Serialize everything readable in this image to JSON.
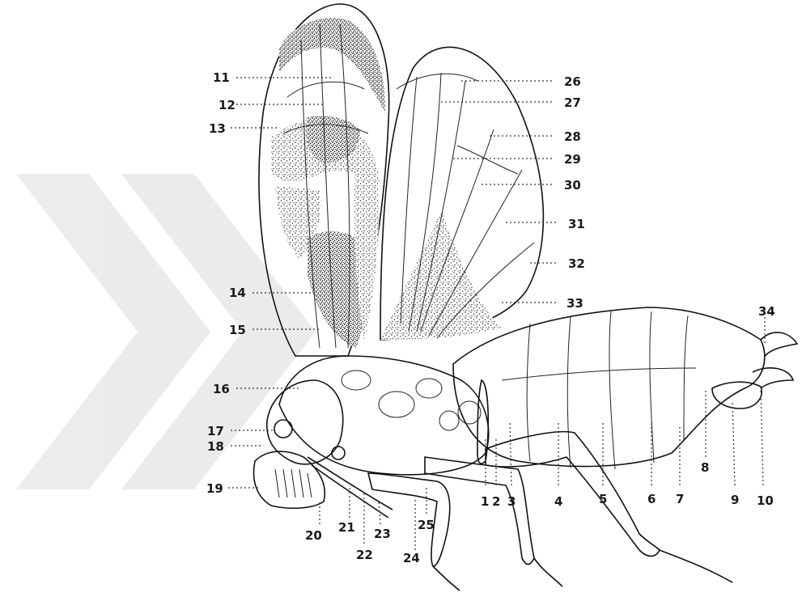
{
  "figure": {
    "watermark_color": "#dcdcdc",
    "ink_color": "#1a1a1a",
    "labels": [
      "1",
      "2",
      "3",
      "4",
      "5",
      "6",
      "7",
      "8",
      "9",
      "10",
      "11",
      "12",
      "13",
      "14",
      "15",
      "16",
      "17",
      "18",
      "19",
      "20",
      "21",
      "22",
      "23",
      "24",
      "25",
      "26",
      "27",
      "28",
      "29",
      "30",
      "31",
      "32",
      "33",
      "34"
    ]
  }
}
